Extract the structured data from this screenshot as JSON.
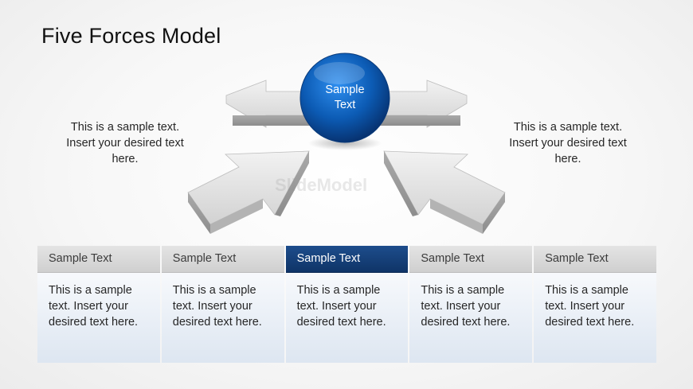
{
  "title": "Five Forces Model",
  "center": {
    "label_line1": "Sample",
    "label_line2": "Text"
  },
  "side_text": {
    "left": [
      "This is a sample text.",
      "Insert your desired text",
      "here."
    ],
    "right": [
      "This is a sample text.",
      "Insert your desired text",
      "here."
    ]
  },
  "watermark": "SlideModel",
  "columns": [
    {
      "header": "Sample Text",
      "body": [
        "This is a sample",
        "text. Insert your",
        "desired text here."
      ],
      "active": false
    },
    {
      "header": "Sample Text",
      "body": [
        "This is a sample",
        "text. Insert your",
        "desired text here."
      ],
      "active": false
    },
    {
      "header": "Sample Text",
      "body": [
        "This is a sample",
        "text. Insert your",
        "desired text here."
      ],
      "active": true
    },
    {
      "header": "Sample Text",
      "body": [
        "This is a sample",
        "text. Insert your",
        "desired text here."
      ],
      "active": false
    },
    {
      "header": "Sample Text",
      "body": [
        "This is a sample",
        "text. Insert your",
        "desired text here."
      ],
      "active": false
    }
  ],
  "colors": {
    "accent": "#123c75",
    "sphere": "#1a6fd0",
    "arrow": "#d9d9d9"
  }
}
